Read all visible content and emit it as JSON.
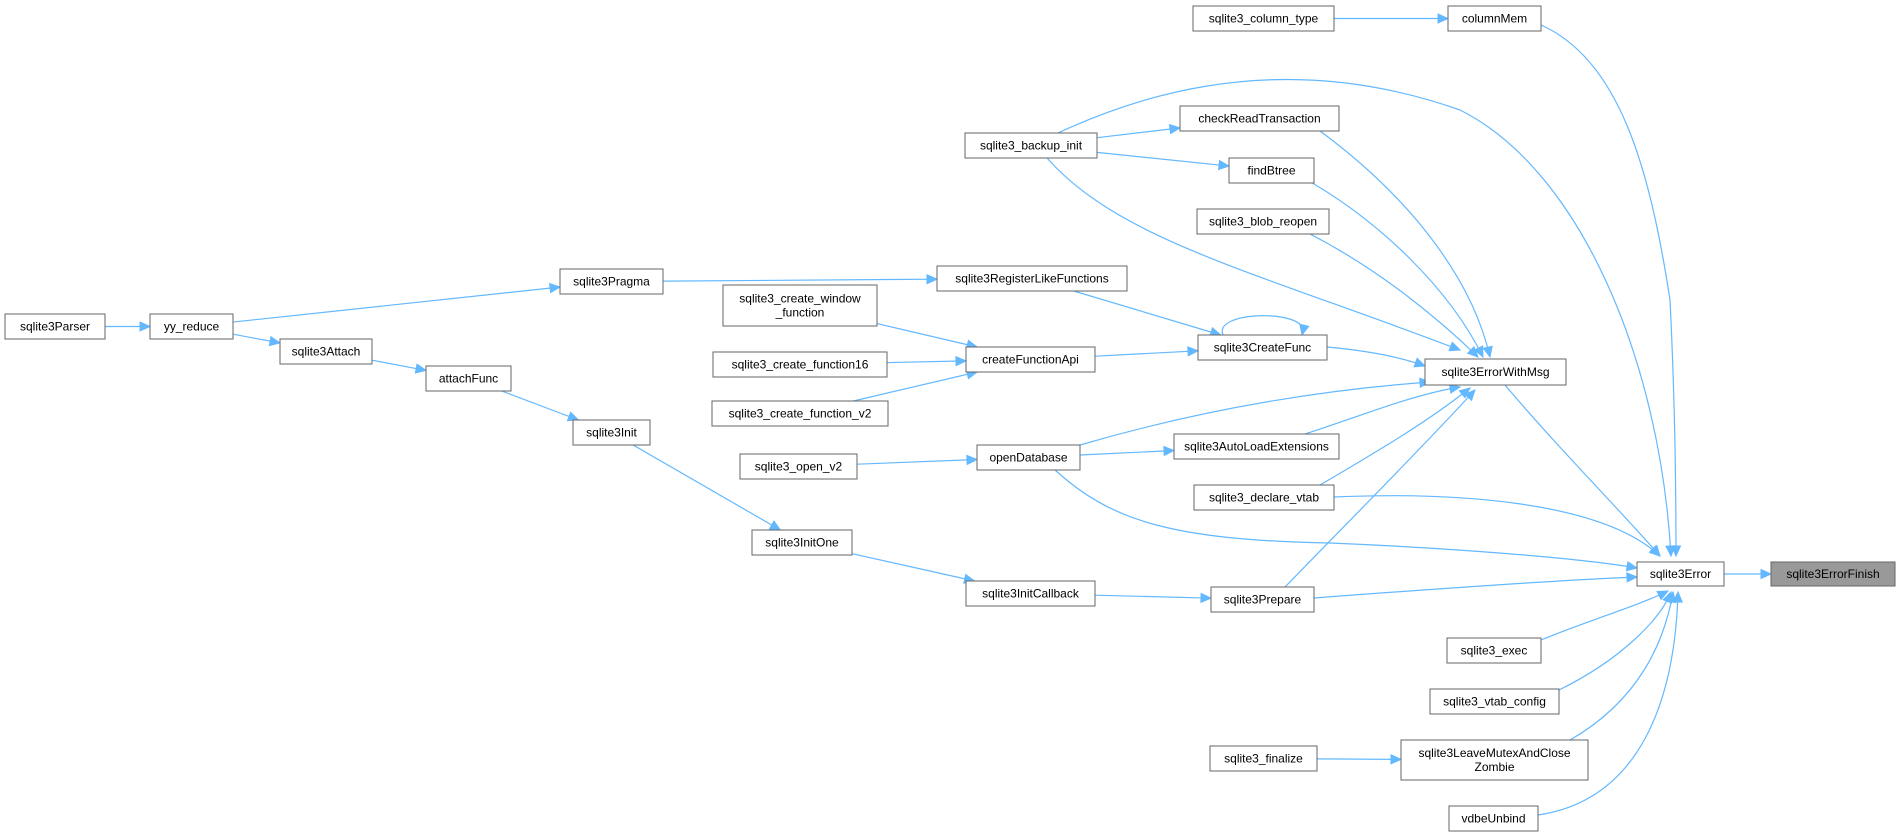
{
  "graph": {
    "colors": {
      "edge": "#63b8ff",
      "node_border": "#666666",
      "node_fill": "#ffffff",
      "focus_fill": "#999999"
    },
    "nodes": {
      "n_errorfinish": {
        "label": [
          "sqlite3ErrorFinish"
        ],
        "focus": true
      },
      "n_error": {
        "label": [
          "sqlite3Error"
        ]
      },
      "n_errorwithmsg": {
        "label": [
          "sqlite3ErrorWithMsg"
        ]
      },
      "n_columnmem": {
        "label": [
          "columnMem"
        ]
      },
      "n_column_type": {
        "label": [
          "sqlite3_column_type"
        ]
      },
      "n_checkread": {
        "label": [
          "checkReadTransaction"
        ]
      },
      "n_backup_init": {
        "label": [
          "sqlite3_backup_init"
        ]
      },
      "n_findbtree": {
        "label": [
          "findBtree"
        ]
      },
      "n_blob_reopen": {
        "label": [
          "sqlite3_blob_reopen"
        ]
      },
      "n_registerlike": {
        "label": [
          "sqlite3RegisterLikeFunctions"
        ]
      },
      "n_pragma": {
        "label": [
          "sqlite3Pragma"
        ]
      },
      "n_yyreduce": {
        "label": [
          "yy_reduce"
        ]
      },
      "n_parser": {
        "label": [
          "sqlite3Parser"
        ]
      },
      "n_attach": {
        "label": [
          "sqlite3Attach"
        ]
      },
      "n_attachfunc": {
        "label": [
          "attachFunc"
        ]
      },
      "n_init": {
        "label": [
          "sqlite3Init"
        ]
      },
      "n_initone": {
        "label": [
          "sqlite3InitOne"
        ]
      },
      "n_initcallback": {
        "label": [
          "sqlite3InitCallback"
        ]
      },
      "n_prepare": {
        "label": [
          "sqlite3Prepare"
        ]
      },
      "n_createfunc": {
        "label": [
          "sqlite3CreateFunc"
        ]
      },
      "n_createfunctionapi": {
        "label": [
          "createFunctionApi"
        ]
      },
      "n_create_window": {
        "label": [
          "sqlite3_create_window",
          "_function"
        ]
      },
      "n_create_function16": {
        "label": [
          "sqlite3_create_function16"
        ]
      },
      "n_create_function_v2": {
        "label": [
          "sqlite3_create_function_v2"
        ]
      },
      "n_opendatabase": {
        "label": [
          "openDatabase"
        ]
      },
      "n_open_v2": {
        "label": [
          "sqlite3_open_v2"
        ]
      },
      "n_autoload": {
        "label": [
          "sqlite3AutoLoadExtensions"
        ]
      },
      "n_declare_vtab": {
        "label": [
          "sqlite3_declare_vtab"
        ]
      },
      "n_exec": {
        "label": [
          "sqlite3_exec"
        ]
      },
      "n_vtab_config": {
        "label": [
          "sqlite3_vtab_config"
        ]
      },
      "n_leavemutex": {
        "label": [
          "sqlite3LeaveMutexAndClose",
          "Zombie"
        ]
      },
      "n_finalize": {
        "label": [
          "sqlite3_finalize"
        ]
      },
      "n_vdbeunbind": {
        "label": [
          "vdbeUnbind"
        ]
      }
    },
    "edges": [
      [
        "n_error",
        "n_errorfinish"
      ],
      [
        "n_errorwithmsg",
        "n_error"
      ],
      [
        "n_columnmem",
        "n_error"
      ],
      [
        "n_column_type",
        "n_columnmem"
      ],
      [
        "n_backup_init",
        "n_error"
      ],
      [
        "n_backup_init",
        "n_checkread"
      ],
      [
        "n_backup_init",
        "n_findbtree"
      ],
      [
        "n_backup_init",
        "n_errorwithmsg"
      ],
      [
        "n_checkread",
        "n_errorwithmsg"
      ],
      [
        "n_findbtree",
        "n_errorwithmsg"
      ],
      [
        "n_blob_reopen",
        "n_errorwithmsg"
      ],
      [
        "n_createfunc",
        "n_errorwithmsg"
      ],
      [
        "n_createfunc",
        "n_createfunc"
      ],
      [
        "n_registerlike",
        "n_createfunc"
      ],
      [
        "n_pragma",
        "n_registerlike"
      ],
      [
        "n_yyreduce",
        "n_pragma"
      ],
      [
        "n_yyreduce",
        "n_attach"
      ],
      [
        "n_parser",
        "n_yyreduce"
      ],
      [
        "n_attach",
        "n_attachfunc"
      ],
      [
        "n_attachfunc",
        "n_init"
      ],
      [
        "n_init",
        "n_initone"
      ],
      [
        "n_initone",
        "n_initcallback"
      ],
      [
        "n_initcallback",
        "n_prepare"
      ],
      [
        "n_prepare",
        "n_errorwithmsg"
      ],
      [
        "n_prepare",
        "n_error"
      ],
      [
        "n_createfunctionapi",
        "n_createfunc"
      ],
      [
        "n_create_window",
        "n_createfunctionapi"
      ],
      [
        "n_create_function16",
        "n_createfunctionapi"
      ],
      [
        "n_create_function_v2",
        "n_createfunctionapi"
      ],
      [
        "n_opendatabase",
        "n_errorwithmsg"
      ],
      [
        "n_opendatabase",
        "n_autoload"
      ],
      [
        "n_opendatabase",
        "n_error"
      ],
      [
        "n_open_v2",
        "n_opendatabase"
      ],
      [
        "n_autoload",
        "n_errorwithmsg"
      ],
      [
        "n_declare_vtab",
        "n_errorwithmsg"
      ],
      [
        "n_declare_vtab",
        "n_error"
      ],
      [
        "n_exec",
        "n_error"
      ],
      [
        "n_vtab_config",
        "n_error"
      ],
      [
        "n_leavemutex",
        "n_error"
      ],
      [
        "n_finalize",
        "n_leavemutex"
      ],
      [
        "n_vdbeunbind",
        "n_error"
      ]
    ]
  }
}
